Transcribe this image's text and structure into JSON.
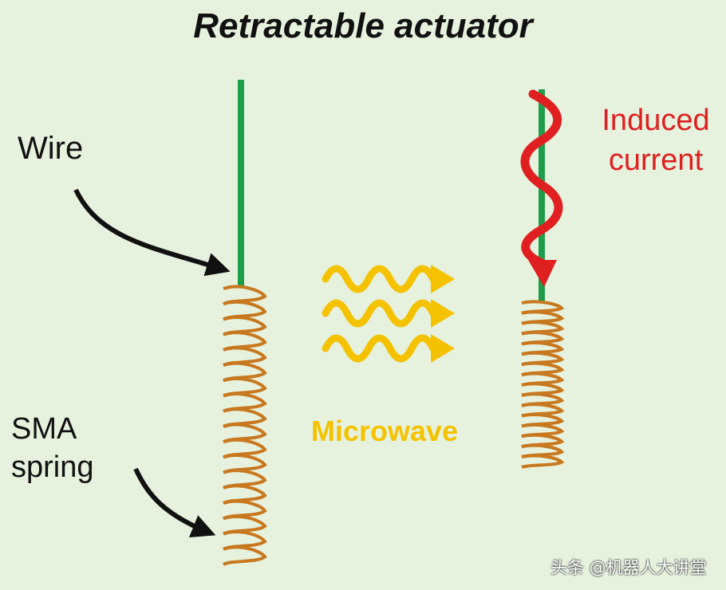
{
  "title": "Retractable actuator",
  "labels": {
    "wire": "Wire",
    "sma_line1": "SMA",
    "sma_line2": "spring",
    "induced_line1": "Induced",
    "induced_line2": "current",
    "microwave": "Microwave"
  },
  "watermark": "头条 @机器人大讲堂",
  "colors": {
    "background": "#e6f2de",
    "wire": "#1f9e4a",
    "spring": "#c8781e",
    "microwave": "#f5c200",
    "induced_current": "#e02020",
    "arrow": "#111111"
  },
  "springs": [
    {
      "name": "extended-spring",
      "coils": 18
    },
    {
      "name": "retracted-spring",
      "coils": 16
    }
  ]
}
